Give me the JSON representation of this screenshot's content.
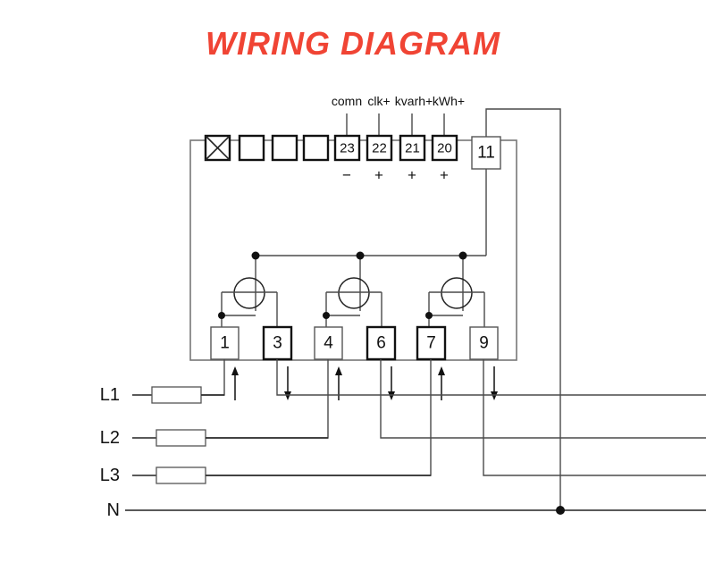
{
  "title": "WIRING DIAGRAM",
  "accent_color": "#f04434",
  "wire_color": "#4a4a4a",
  "line_color": "#111111",
  "signal_labels": {
    "comn": "comn",
    "clk": "clk+",
    "kvarh": "kvarh+",
    "kwh": "kWh+"
  },
  "top_terminals": [
    {
      "id": "blank-1",
      "label": "",
      "marker": "x",
      "style": "thick"
    },
    {
      "id": "blank-2",
      "label": "",
      "marker": "none",
      "style": "thick"
    },
    {
      "id": "blank-3",
      "label": "",
      "marker": "none",
      "style": "thick"
    },
    {
      "id": "blank-4",
      "label": "",
      "marker": "none",
      "style": "thick"
    },
    {
      "id": "t23",
      "label": "23",
      "marker": "none",
      "style": "thick"
    },
    {
      "id": "t22",
      "label": "22",
      "marker": "none",
      "style": "thick"
    },
    {
      "id": "t21",
      "label": "21",
      "marker": "none",
      "style": "thick"
    },
    {
      "id": "t20",
      "label": "20",
      "marker": "none",
      "style": "thick"
    },
    {
      "id": "t11",
      "label": "11",
      "marker": "none",
      "style": "thin"
    }
  ],
  "polarity_marks": [
    {
      "for": "23",
      "sign": "−"
    },
    {
      "for": "22",
      "sign": "+"
    },
    {
      "for": "21",
      "sign": "+"
    },
    {
      "for": "20",
      "sign": "+"
    }
  ],
  "bottom_terminals": [
    {
      "id": "t1",
      "label": "1",
      "style": "thin",
      "arrow": "up"
    },
    {
      "id": "t3",
      "label": "3",
      "style": "thick",
      "arrow": "down"
    },
    {
      "id": "t4",
      "label": "4",
      "style": "thin",
      "arrow": "up"
    },
    {
      "id": "t6",
      "label": "6",
      "style": "thick",
      "arrow": "down"
    },
    {
      "id": "t7",
      "label": "7",
      "style": "thick",
      "arrow": "up"
    },
    {
      "id": "t9",
      "label": "9",
      "style": "thin",
      "arrow": "down"
    }
  ],
  "phase_lines": [
    {
      "id": "L1",
      "label": "L1",
      "has_fuse": true
    },
    {
      "id": "L2",
      "label": "L2",
      "has_fuse": true
    },
    {
      "id": "L3",
      "label": "L3",
      "has_fuse": true
    },
    {
      "id": "N",
      "label": "N",
      "has_fuse": false
    }
  ],
  "current_transformers": [
    {
      "id": "ct-1",
      "phase": "L1",
      "terminals": [
        "1",
        "3"
      ]
    },
    {
      "id": "ct-2",
      "phase": "L2",
      "terminals": [
        "4",
        "6"
      ]
    },
    {
      "id": "ct-3",
      "phase": "L3",
      "terminals": [
        "7",
        "9"
      ]
    }
  ]
}
